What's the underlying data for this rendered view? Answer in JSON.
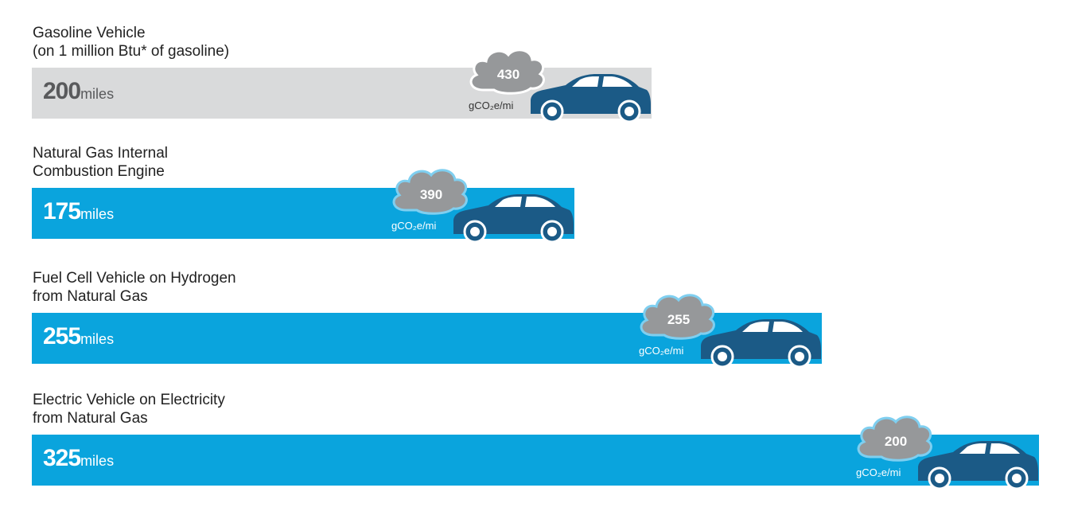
{
  "chart_data": {
    "type": "bar",
    "orientation": "horizontal",
    "value_unit": "miles",
    "emission_unit": "gCO₂e/mi",
    "xlim": [
      0,
      325
    ],
    "colors": {
      "gasoline_bar": "#d9dadb",
      "natural_gas_bar": "#0aa4dd",
      "gasoline_text": "#595a5c",
      "bar_text_light": "#ffffff",
      "cloud": "#96989a",
      "cloud_outline_gasoline": "#ffffff",
      "cloud_outline_natural_gas": "#7fcff0",
      "car": "#1b5a86"
    },
    "bars": [
      {
        "label_lines": [
          "Gasoline Vehicle",
          "(on 1 million Btu* of gasoline)"
        ],
        "value": 200,
        "unit": "miles",
        "emissions": 430,
        "style": "gasoline"
      },
      {
        "label_lines": [
          "Natural Gas Internal",
          "Combustion Engine"
        ],
        "value": 175,
        "unit": "miles",
        "emissions": 390,
        "style": "natural_gas"
      },
      {
        "label_lines": [
          "Fuel Cell Vehicle on Hydrogen",
          "from Natural Gas"
        ],
        "value": 255,
        "unit": "miles",
        "emissions": 255,
        "style": "natural_gas"
      },
      {
        "label_lines": [
          "Electric Vehicle on Electricity",
          "from Natural Gas"
        ],
        "value": 325,
        "unit": "miles",
        "emissions": 200,
        "style": "natural_gas"
      }
    ]
  }
}
